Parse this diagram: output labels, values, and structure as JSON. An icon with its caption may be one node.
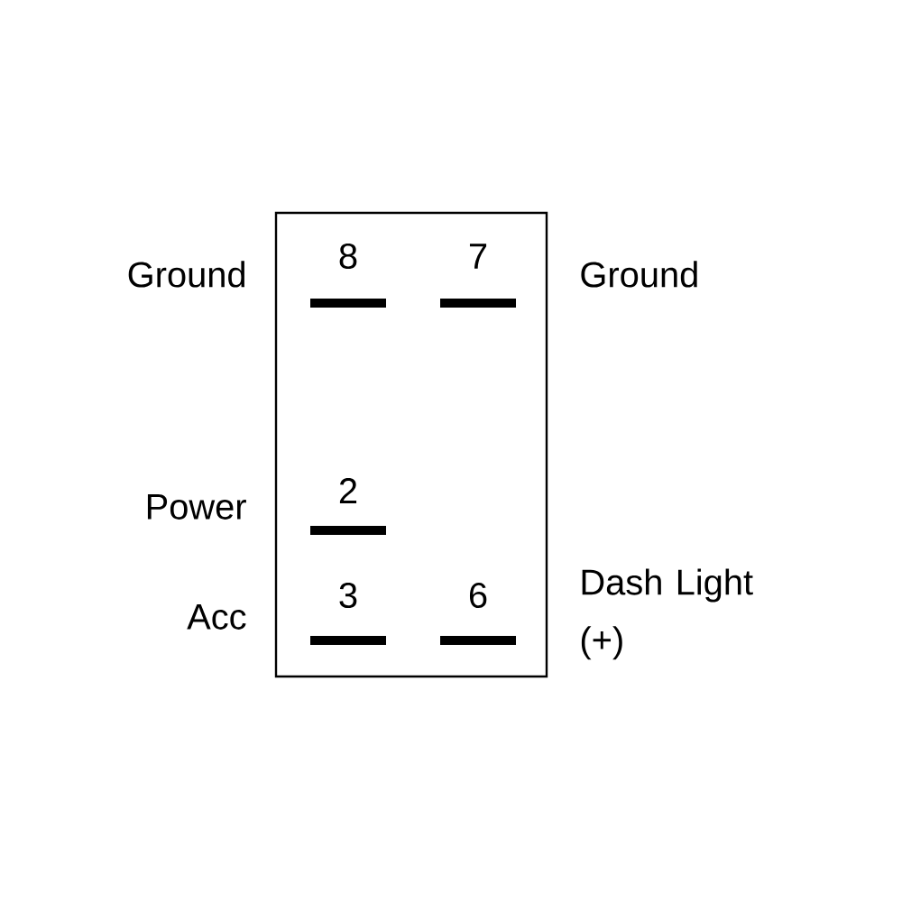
{
  "diagram": {
    "nodes": [
      {
        "text": [
          "8",
          "7",
          "2",
          "3",
          "6"
        ]
      }
    ],
    "labels": [
      "Ground",
      "Ground",
      "Power",
      "Acc",
      "Dash Light (+)"
    ]
  }
}
